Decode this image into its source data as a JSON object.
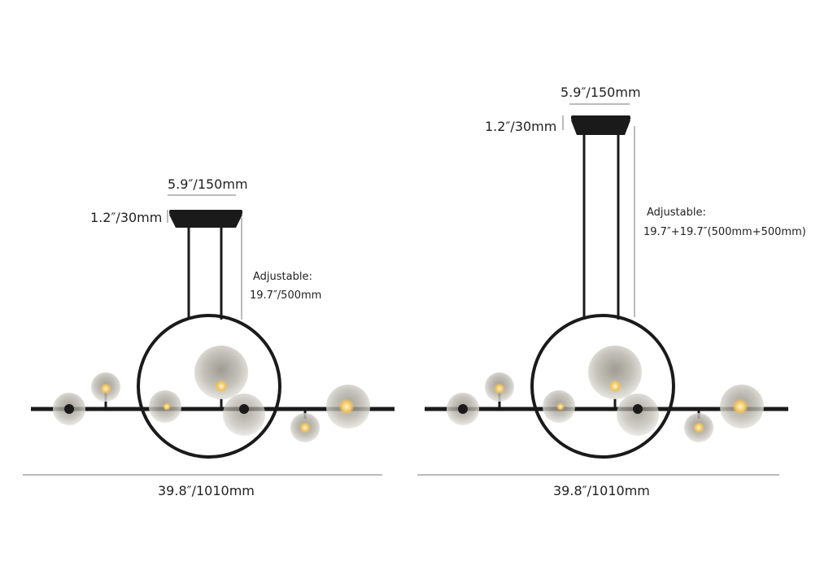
{
  "left_fixture": {
    "canopy_width": "5.9″/150mm",
    "canopy_height": "1.2″/30mm",
    "adjustable_label": "Adjustable:",
    "adjustable_value": "19.7″/500mm",
    "total_width": "39.8″/1010mm"
  },
  "right_fixture": {
    "canopy_width": "5.9″/150mm",
    "canopy_height": "1.2″/30mm",
    "adjustable_label": "Adjustable:",
    "adjustable_value": "19.7″+19.7″(500mm+500mm)",
    "total_width": "39.8″/1010mm"
  },
  "colors": {
    "metal": "#1a1a1a",
    "glass": "#c9c6bd",
    "bulb": "#f3c35a",
    "dim_line": "#777777"
  }
}
